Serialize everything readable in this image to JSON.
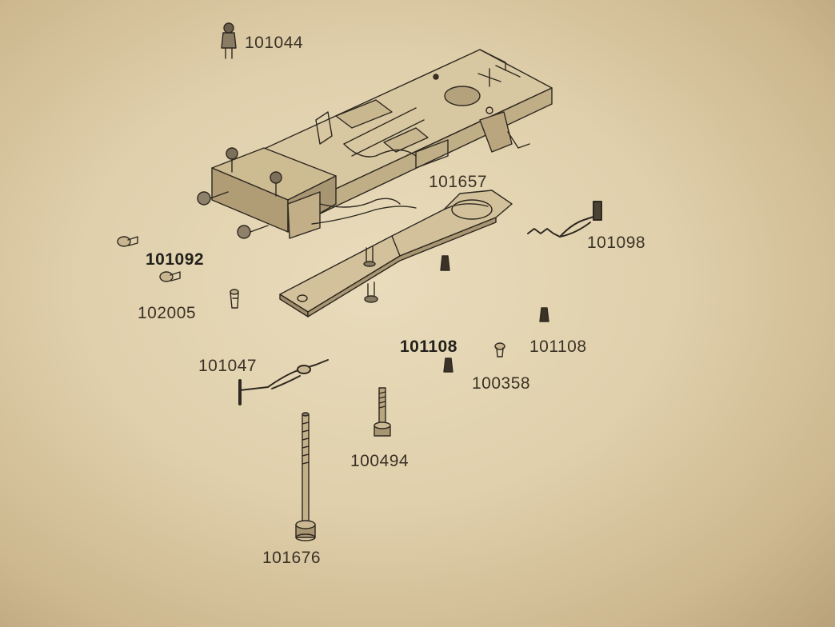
{
  "colors": {
    "paper": "#e4d6b4",
    "ink": "#3a3226"
  },
  "labels": {
    "p101044": "101044",
    "p101657": "101657",
    "p101098": "101098",
    "p101092": "101092",
    "p102005": "102005",
    "p101108a": "101108",
    "p101108b": "101108",
    "p100358": "100358",
    "p101047": "101047",
    "p100494": "100494",
    "p101676": "101676"
  }
}
